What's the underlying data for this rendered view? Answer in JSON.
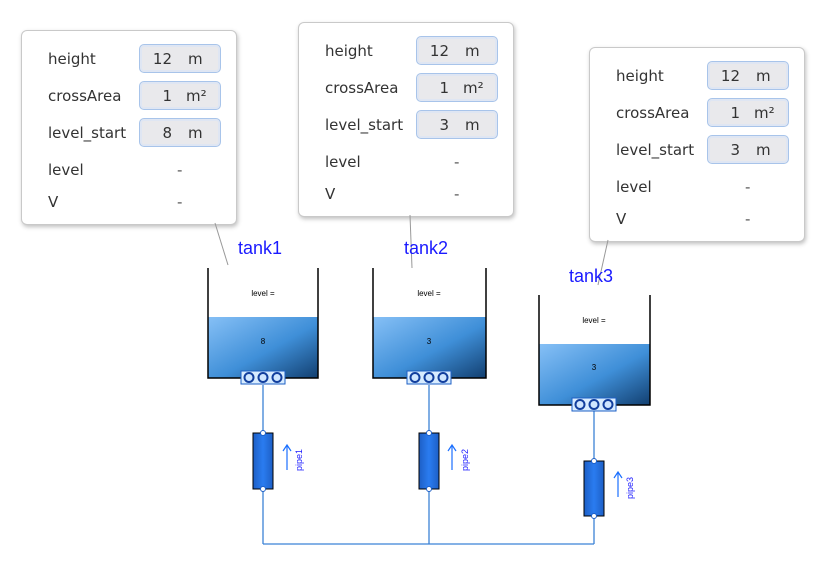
{
  "panels": [
    {
      "id": "tank1",
      "params": [
        {
          "name": "height",
          "value": "12",
          "unit": "m"
        },
        {
          "name": "crossArea",
          "value": "1",
          "unit": "m²"
        },
        {
          "name": "level_start",
          "value": "8",
          "unit": "m"
        }
      ],
      "outputs": [
        {
          "name": "level",
          "value": "-"
        },
        {
          "name": "V",
          "value": "-"
        }
      ]
    },
    {
      "id": "tank2",
      "params": [
        {
          "name": "height",
          "value": "12",
          "unit": "m"
        },
        {
          "name": "crossArea",
          "value": "1",
          "unit": "m²"
        },
        {
          "name": "level_start",
          "value": "3",
          "unit": "m"
        }
      ],
      "outputs": [
        {
          "name": "level",
          "value": "-"
        },
        {
          "name": "V",
          "value": "-"
        }
      ]
    },
    {
      "id": "tank3",
      "params": [
        {
          "name": "height",
          "value": "12",
          "unit": "m"
        },
        {
          "name": "crossArea",
          "value": "1",
          "unit": "m²"
        },
        {
          "name": "level_start",
          "value": "3",
          "unit": "m"
        }
      ],
      "outputs": [
        {
          "name": "level",
          "value": "-"
        },
        {
          "name": "V",
          "value": "-"
        }
      ]
    }
  ],
  "tanks": [
    {
      "name": "tank1",
      "level_text": "level =",
      "value": "8"
    },
    {
      "name": "tank2",
      "level_text": "level =",
      "value": "3"
    },
    {
      "name": "tank3",
      "level_text": "level =",
      "value": "3"
    }
  ],
  "pipes": [
    {
      "name": "pipe1"
    },
    {
      "name": "pipe2"
    },
    {
      "name": "pipe3"
    }
  ],
  "colors": {
    "label_blue": "#1a1aff",
    "water_light": "#7fb8f2",
    "water_dark": "#1b5c9e",
    "pipe_line": "#3b82d6"
  }
}
